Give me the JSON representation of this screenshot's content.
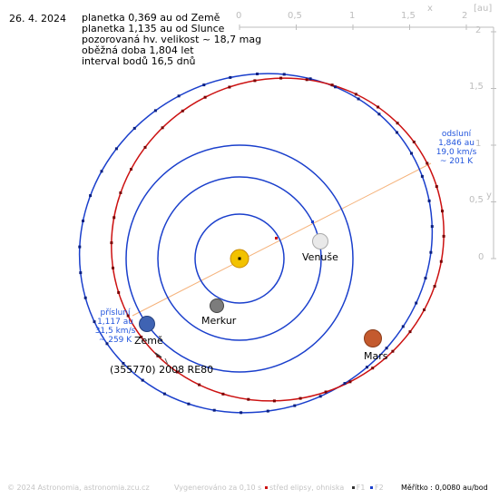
{
  "header": {
    "date": "26. 4. 2024",
    "lines": [
      "planetka 0,369 au od Země",
      "planetka 1,135 au od Slunce",
      "pozorovaná hv. velikost ~ 18,7 mag",
      "oběžná doba 1,804 let",
      "interval bodů 16,5 dnů"
    ]
  },
  "axes": {
    "x_label": "x",
    "y_label": "y",
    "unit": "[au]",
    "x_ticks": [
      "0",
      "0,5",
      "1",
      "1,5",
      "2"
    ],
    "y_ticks": [
      "2",
      "1,5",
      "1",
      "0,5",
      "0"
    ]
  },
  "bodies": {
    "venus": "Venuše",
    "mercury": "Merkur",
    "earth": "Země",
    "mars": "Mars",
    "asteroid": "(355770) 2008 RE80"
  },
  "aphelion": {
    "title": "odsluní",
    "distance": "1,846 au",
    "speed": "19,0 km/s",
    "temp": "~ 201 K"
  },
  "perihelion": {
    "title": "přísluní",
    "distance": "1,117 au",
    "speed": "31,5 km/s",
    "temp": "~ 259 K"
  },
  "footer": {
    "copyright": "© 2024 Astronomia, astronomia.zcu.cz",
    "generated": "Vygenerováno za 0,10 s",
    "legend_center": "střed elipsy, ohniska",
    "legend_f1": "F1",
    "legend_f2": "F2",
    "scale": "Měřítko : 0,0080 au/bod"
  },
  "colors": {
    "asteroid_orbit": "#cc1111",
    "planet_orbit": "#1a3fcc",
    "apsis_line": "#f5b27a",
    "sun": "#f2c200",
    "axis_gray": "#bdbdbd"
  }
}
